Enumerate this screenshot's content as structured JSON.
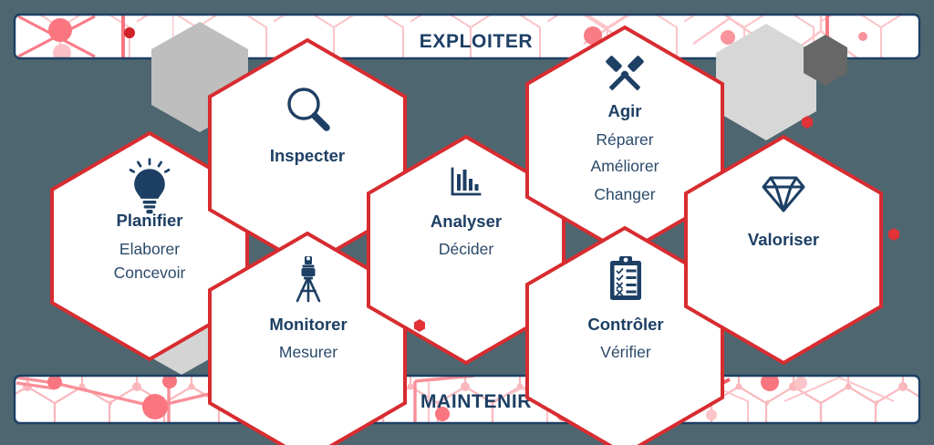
{
  "diagram": {
    "title_top": "EXPLOITER",
    "title_bottom": "MAINTENIR",
    "background_color": "#4e6670",
    "hex_fill": "#ffffff",
    "hex_border_color": "#d72c30",
    "text_color": "#1d3f64",
    "accent_pink": "#f5808a",
    "accent_red": "#e03237",
    "gray_hex_light": "#cfcfcf",
    "gray_hex_dark": "#676767"
  },
  "banners": {
    "top": {
      "label": "EXPLOITER",
      "border_color": "#1d3f64"
    },
    "bottom": {
      "label": "MAINTENIR",
      "border_color": "#1d3f64"
    }
  },
  "hexagons": [
    {
      "id": "planifier",
      "icon": "lightbulb-icon",
      "title": "Planifier",
      "lines": [
        "Elaborer",
        "Concevoir"
      ]
    },
    {
      "id": "inspecter",
      "icon": "magnifier-icon",
      "title": "Inspecter",
      "lines": []
    },
    {
      "id": "monitorer",
      "icon": "theodolite-icon",
      "title": "Monitorer",
      "lines": [
        "Mesurer"
      ]
    },
    {
      "id": "analyser",
      "icon": "bar-chart-icon",
      "title": "Analyser",
      "lines": [
        "Décider"
      ]
    },
    {
      "id": "agir",
      "icon": "crossed-hammers-icon",
      "title": "Agir",
      "lines": [
        "Réparer",
        "Améliorer",
        "Changer"
      ]
    },
    {
      "id": "controler",
      "icon": "clipboard-check-icon",
      "title": "Contrôler",
      "lines": [
        "Vérifier"
      ]
    },
    {
      "id": "valoriser",
      "icon": "diamond-icon",
      "title": "Valoriser",
      "lines": []
    }
  ]
}
